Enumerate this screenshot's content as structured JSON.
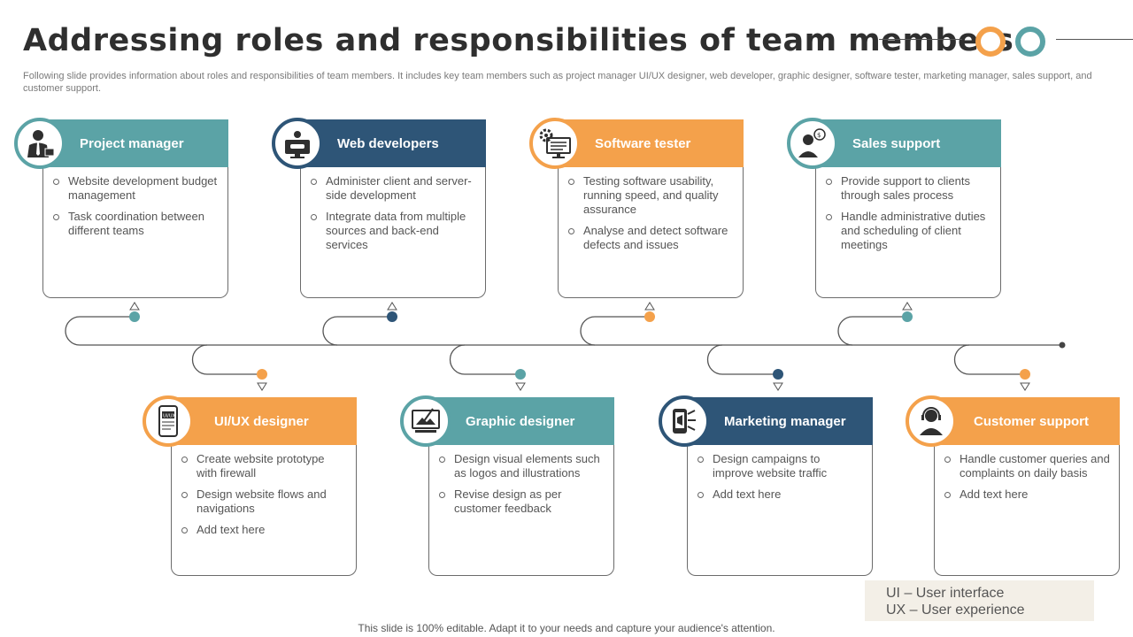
{
  "header": {
    "title": "Addressing roles and responsibilities of team members",
    "subtitle": "Following slide provides information about roles and responsibilities of team members. It includes key team members such as project manager UI/UX designer, web developer, graphic designer, software tester, marketing manager, sales support, and customer support."
  },
  "colors": {
    "teal": "#5ba3a6",
    "navy": "#2e5577",
    "orange": "#f4a14b"
  },
  "top_cards": [
    {
      "title": "Project manager",
      "color": "teal",
      "icon": "businessman-icon",
      "items": [
        "Website development budget management",
        "Task coordination between different teams"
      ]
    },
    {
      "title": "Web developers",
      "color": "navy",
      "icon": "developer-monitor-icon",
      "items": [
        "Administer client and server-side development",
        "Integrate data from multiple sources and back-end services"
      ]
    },
    {
      "title": "Software tester",
      "color": "orange",
      "icon": "gear-monitor-icon",
      "items": [
        "Testing software usability, running speed, and quality assurance",
        "Analyse and detect software defects and issues"
      ]
    },
    {
      "title": "Sales support",
      "color": "teal",
      "icon": "support-person-icon",
      "items": [
        "Provide support to clients through sales process",
        "Handle administrative duties and scheduling of client meetings"
      ]
    }
  ],
  "bottom_cards": [
    {
      "title": "UI/UX designer",
      "color": "orange",
      "icon": "mobile-ui-icon",
      "icon_text": "UI/UX",
      "items": [
        "Create website prototype with firewall",
        "Design website flows and navigations",
        "Add text here"
      ]
    },
    {
      "title": "Graphic designer",
      "color": "teal",
      "icon": "design-screen-icon",
      "items": [
        "Design visual elements such as logos and illustrations",
        "Revise design as per customer feedback"
      ]
    },
    {
      "title": "Marketing manager",
      "color": "navy",
      "icon": "megaphone-phone-icon",
      "items": [
        "Design campaigns to improve website traffic",
        "Add text here"
      ]
    },
    {
      "title": "Customer support",
      "color": "orange",
      "icon": "headset-agent-icon",
      "items": [
        "Handle customer queries and complaints on daily basis",
        "Add text here"
      ]
    }
  ],
  "legend": {
    "line1": "UI – User interface",
    "line2": "UX – User experience"
  },
  "footer": "This slide is 100% editable. Adapt it to your needs and capture your audience's attention."
}
